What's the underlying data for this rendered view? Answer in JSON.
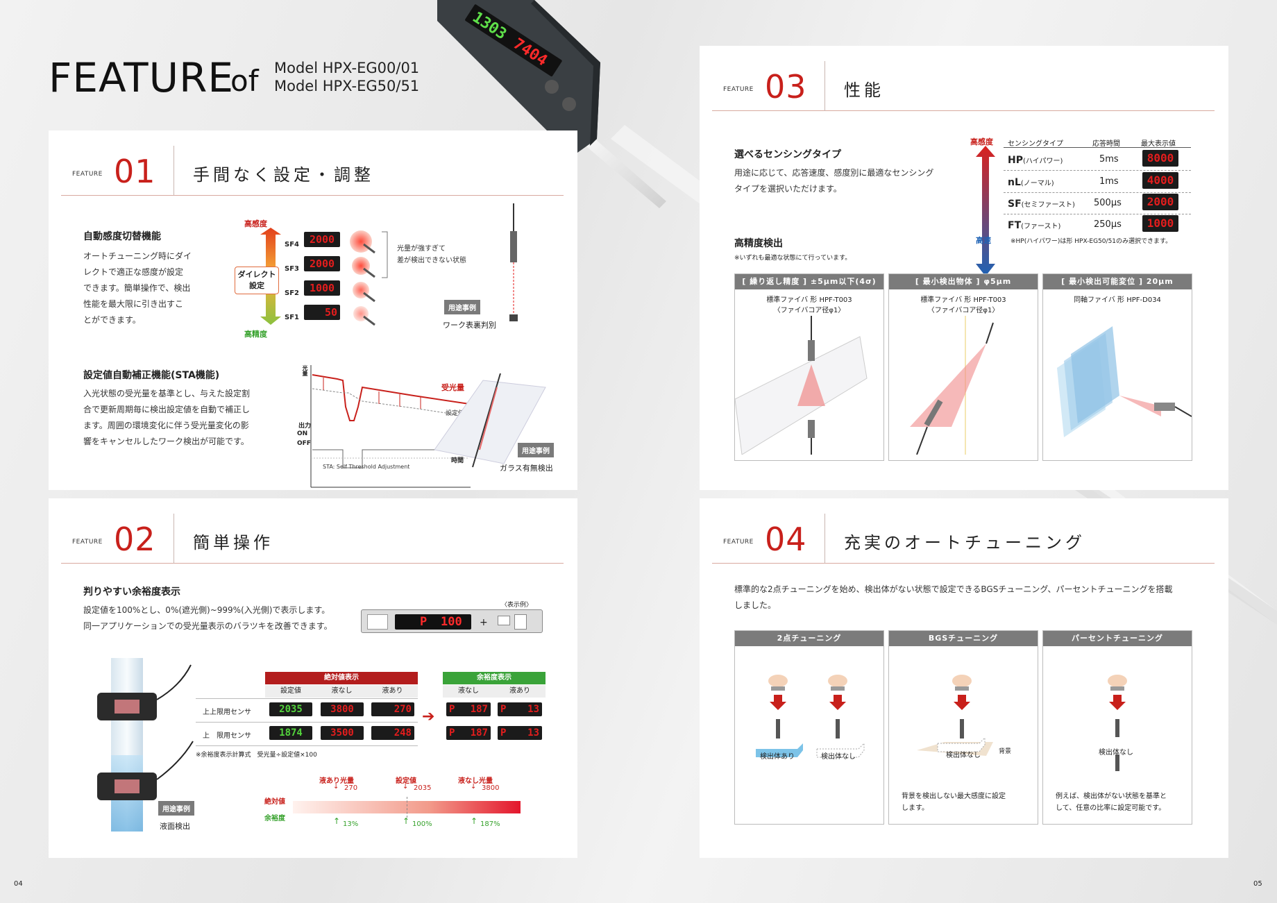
{
  "header": {
    "feature": "FEATURE",
    "of": "of",
    "model1": "Model HPX-EG00/01",
    "model2": "Model HPX-EG50/51"
  },
  "device": {
    "display_left": "1303",
    "display_right": "7404"
  },
  "f01": {
    "tag": "FEATURE",
    "num": "01",
    "title": "手間なく設定・調整",
    "auto": {
      "heading": "自動感度切替機能",
      "body": [
        "オートチューニング時にダイ",
        "レクトで適正な感度が設定",
        "できます。簡単操作で、検出",
        "性能を最大限に引き出すこ",
        "とができます。"
      ],
      "high": "高感度",
      "precise": "高精度",
      "direct": "ダイレクト",
      "direct2": "設定",
      "levels": [
        {
          "label": "SF4",
          "value": "2000"
        },
        {
          "label": "SF3",
          "value": "2000"
        },
        {
          "label": "SF2",
          "value": "1000"
        },
        {
          "label": "SF1",
          "value": "50"
        }
      ],
      "note1": "光量が強すぎて",
      "note2": "差が検出できない状態",
      "case_badge": "用途事例",
      "case": "ワーク表裏判別"
    },
    "sta": {
      "heading": "設定値自動補正機能(STA機能)",
      "body": [
        "入光状態の受光量を基準とし、与えた設定割",
        "合で更新周期毎に検出設定値を自動で補正し",
        "ます。周囲の環境変化に伴う受光量変化の影",
        "響をキャンセルしたワーク検出が可能です。"
      ],
      "y_label": "光量",
      "received": "受光量",
      "setval": "設定値",
      "output": "出力",
      "on": "ON",
      "off": "OFF",
      "time": "時間",
      "foot": "STA: Self Threshold Adjustment",
      "case_badge": "用途事例",
      "case": "ガラス有無検出"
    }
  },
  "f02": {
    "tag": "FEATURE",
    "num": "02",
    "title": "簡単操作",
    "heading": "判りやすい余裕度表示",
    "body": [
      "設定値を100%とし、0%(遮光側)~999%(入光側)で表示します。",
      "同一アプリケーションでの受光量表示のバラツキを改善できます。"
    ],
    "example": "〈表示例〉",
    "device_display_p": "P",
    "device_display_v": "100",
    "abs_header": "絶対値表示",
    "margin_header": "余裕度表示",
    "cols_abs": [
      "設定値",
      "液なし",
      "液あり"
    ],
    "cols_margin": [
      "液なし",
      "液あり"
    ],
    "rows": [
      {
        "label": "上上限用センサ",
        "abs": [
          "2035",
          "3800",
          "270"
        ],
        "margin": [
          "187",
          "13"
        ]
      },
      {
        "label": "上　限用センサ",
        "abs": [
          "1874",
          "3500",
          "248"
        ],
        "margin": [
          "187",
          "13"
        ]
      }
    ],
    "formula": "※余裕度表示計算式　受光量÷設定値×100",
    "bar": {
      "abs_label": "絶対値",
      "margin_label": "余裕度",
      "marks": [
        {
          "title": "液あり光量",
          "abs": "270",
          "pct": "13%"
        },
        {
          "title": "設定値",
          "abs": "2035",
          "pct": "100%"
        },
        {
          "title": "液なし光量",
          "abs": "3800",
          "pct": "187%"
        }
      ]
    },
    "case_badge": "用途事例",
    "case": "液面検出"
  },
  "f03": {
    "tag": "FEATURE",
    "num": "03",
    "title": "性能",
    "select_heading": "選べるセンシングタイプ",
    "select_body": [
      "用途に応じて、応答速度、感度別に最適なセンシング",
      "タイプを選択いただけます。"
    ],
    "table": {
      "high": "高感度",
      "fast": "高速",
      "cols": [
        "センシングタイプ",
        "応答時間",
        "最大表示値"
      ],
      "rows": [
        {
          "type": "HP",
          "sub": "(ハイパワー)",
          "time": "5ms",
          "max": "8000"
        },
        {
          "type": "nL",
          "sub": "(ノーマル)",
          "time": "1ms",
          "max": "4000"
        },
        {
          "type": "SF",
          "sub": "(セミファースト)",
          "time": "500µs",
          "max": "2000"
        },
        {
          "type": "FT",
          "sub": "(ファースト)",
          "time": "250µs",
          "max": "1000"
        }
      ],
      "note": "※HP(ハイパワー)は形 HPX-EG50/51のみ選択できます。"
    },
    "prec_heading": "高精度検出",
    "prec_note": "※いずれも最適な状態にて行っています。",
    "cards": [
      {
        "head": "[ 繰り返し精度 ] ±5µm以下(4σ)",
        "l1": "標準ファイバ 形 HPF-T003",
        "l2": "〈ファイバコア径φ1〉"
      },
      {
        "head": "[ 最小検出物体 ] φ5µm",
        "l1": "標準ファイバ 形 HPF-T003",
        "l2": "〈ファイバコア径φ1〉"
      },
      {
        "head": "[ 最小検出可能変位 ] 20µm",
        "l1": "同軸ファイバ 形 HPF-D034",
        "l2": ""
      }
    ]
  },
  "f04": {
    "tag": "FEATURE",
    "num": "04",
    "title": "充実のオートチューニング",
    "body": [
      "標準的な2点チューニングを始め、検出体がない状態で設定できるBGSチューニング、パーセントチューニングを搭載",
      "しました。"
    ],
    "cards": [
      {
        "head": "2点チューニング",
        "labels": [
          "検出体あり",
          "検出体なし"
        ],
        "desc": []
      },
      {
        "head": "BGSチューニング",
        "labels": [
          "検出体なし",
          "背景"
        ],
        "desc": [
          "背景を検出しない最大感度に設定",
          "します。"
        ]
      },
      {
        "head": "パーセントチューニング",
        "labels": [
          "検出体なし"
        ],
        "desc": [
          "例えば、検出体がない状態を基準と",
          "して、任意の比率に設定可能です。"
        ]
      }
    ]
  },
  "pages": {
    "left": "04",
    "right": "05"
  }
}
